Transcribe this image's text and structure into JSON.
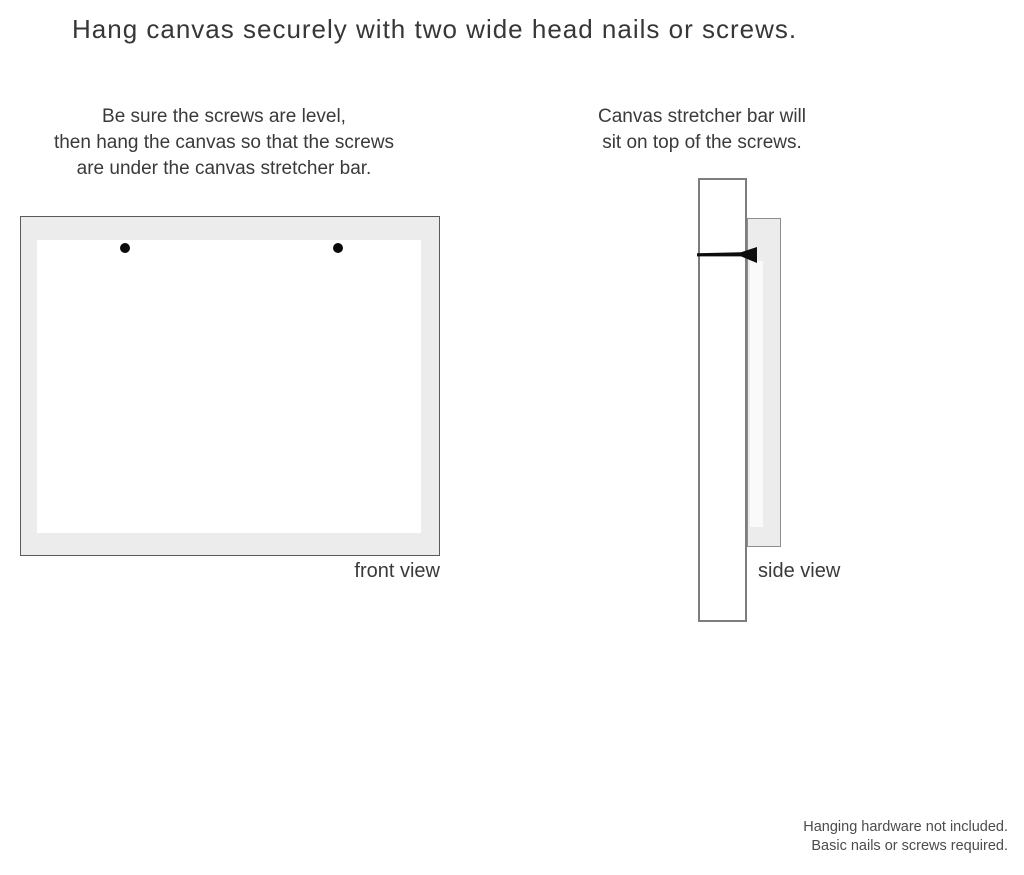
{
  "title": "Hang canvas securely with two wide head nails or screws.",
  "instructions": {
    "front": {
      "lines": [
        "Be sure the screws are level,",
        "then hang the canvas so that the screws",
        "are under the canvas stretcher bar."
      ]
    },
    "side": {
      "lines": [
        "Canvas stretcher bar will",
        "sit on top of the screws."
      ]
    }
  },
  "diagrams": {
    "front_view": {
      "label": "front view",
      "nail_count": 2
    },
    "side_view": {
      "label": "side view",
      "nail_count": 1
    }
  },
  "footer": {
    "lines": [
      "Hanging hardware not included.",
      "Basic nails or screws required."
    ]
  },
  "colors": {
    "background": "#ffffff",
    "canvas_edge_fill": "#ececec",
    "canvas_face_fill": "#ffffff",
    "outline_dark": "#5a5a5a",
    "outline_light": "#8d8d8d",
    "nail_black": "#0d0d0d",
    "text": "#3a3a3a",
    "footer_text": "#4c4c4c"
  }
}
